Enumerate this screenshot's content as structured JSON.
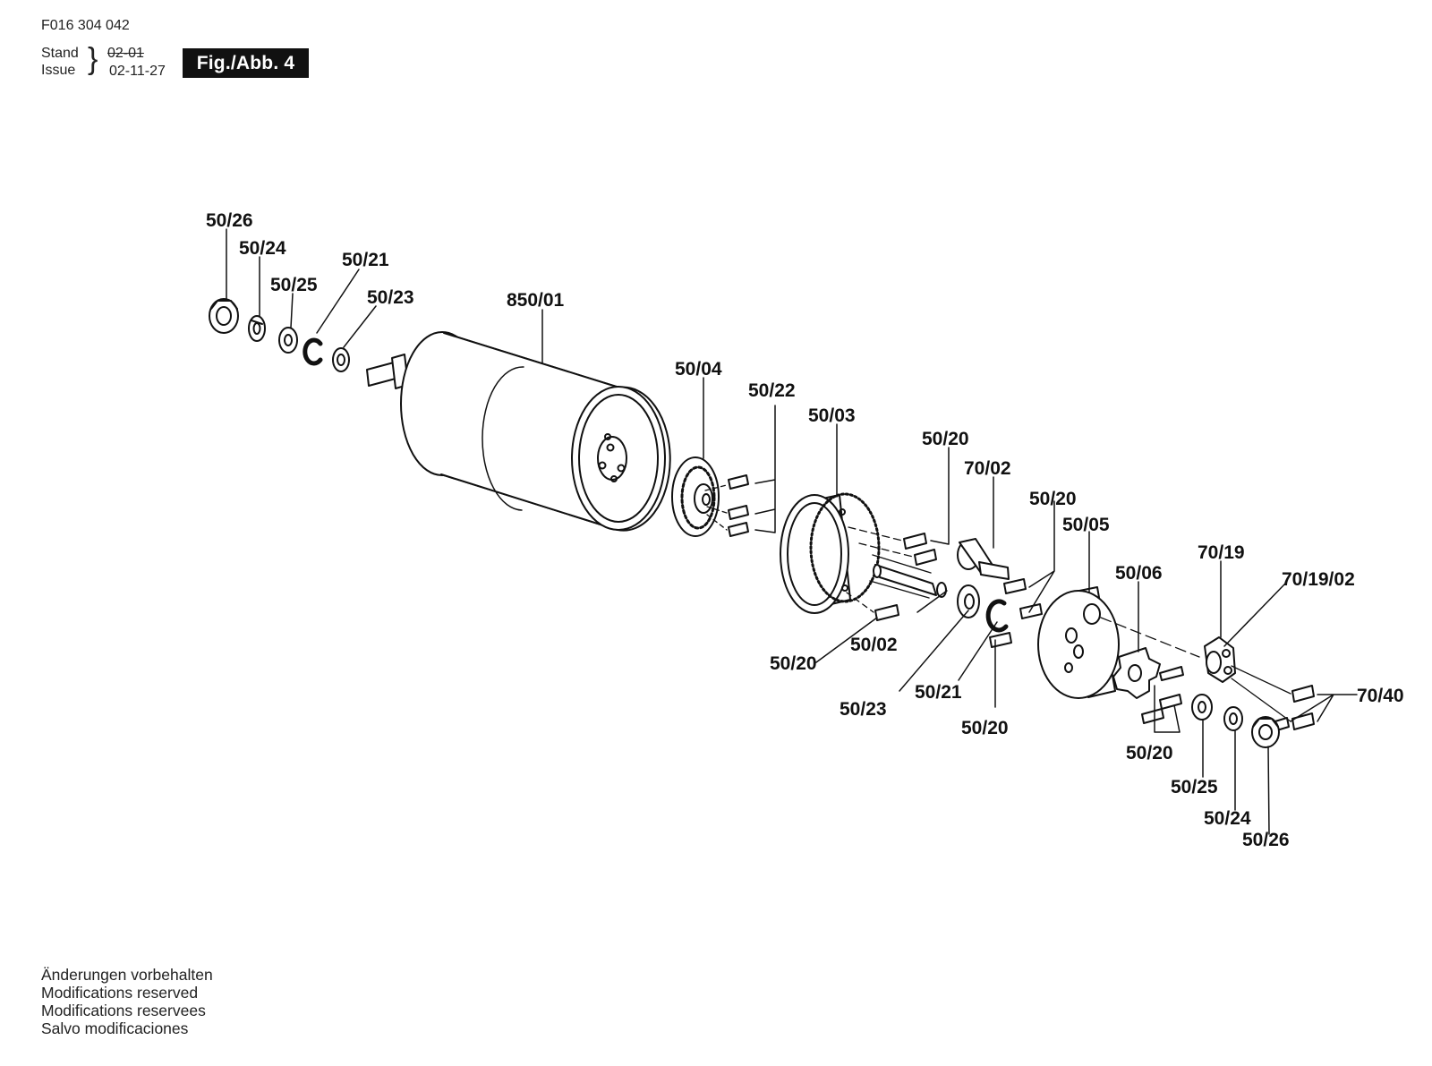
{
  "header": {
    "doc_number": "F016 304 042",
    "stand_label": "Stand",
    "issue_label": "Issue",
    "brace": "}",
    "old_date": "02-01",
    "issue_date": "02-11-27",
    "figure_label": "Fig./Abb. 4"
  },
  "footer": {
    "disclaimer_lines": [
      "Änderungen vorbehalten",
      "Modifications reserved",
      "Modifications reservees",
      "Salvo modificaciones"
    ]
  },
  "part_labels": [
    "50/26",
    "50/24",
    "50/21",
    "50/25",
    "50/23",
    "850/01",
    "50/04",
    "50/22",
    "50/03",
    "50/20",
    "70/02",
    "50/20",
    "50/05",
    "70/19",
    "50/06",
    "70/19/02",
    "50/20",
    "50/02",
    "50/23",
    "50/21",
    "50/20",
    "70/40",
    "50/20",
    "50/25",
    "50/24",
    "50/26"
  ],
  "colors": {
    "ink": "#111111",
    "background": "#ffffff"
  }
}
